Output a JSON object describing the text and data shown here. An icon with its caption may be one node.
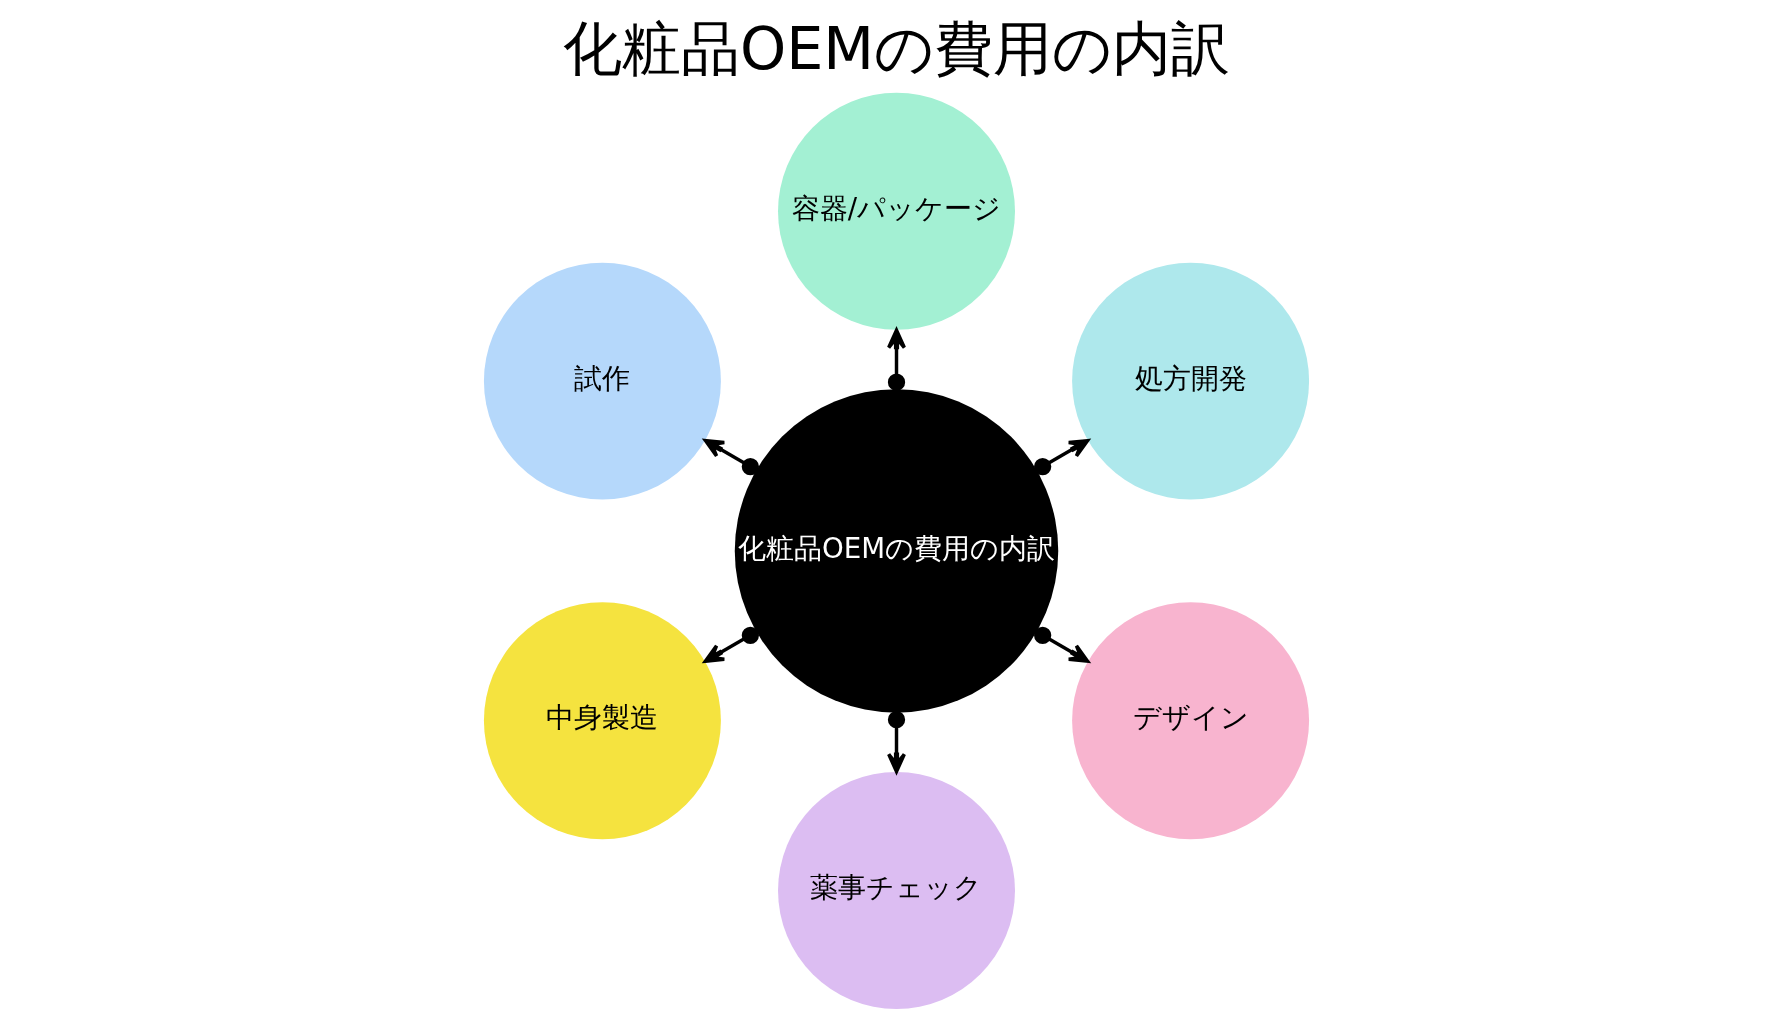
{
  "diagram": {
    "title": "化粧品OEMの費用の内訳",
    "nodes": [
      {
        "text": [
          "処方開発"
        ]
      },
      {
        "text": [
          "容器/パッケージ"
        ]
      },
      {
        "text": [
          "試作"
        ]
      },
      {
        "text": [
          "化粧品OEMの費用の内訳"
        ]
      },
      {
        "text": [
          "中身製造"
        ]
      },
      {
        "text": [
          "薬事チェック"
        ]
      },
      {
        "text": [
          "デザイン"
        ]
      }
    ],
    "edges": [
      {
        "from": 3,
        "to": 0,
        "arrow": "to"
      },
      {
        "from": 3,
        "to": 1,
        "arrow": "to"
      },
      {
        "from": 3,
        "to": 2,
        "arrow": "to"
      },
      {
        "from": 3,
        "to": 4,
        "arrow": "to"
      },
      {
        "from": 3,
        "to": 5,
        "arrow": "to"
      },
      {
        "from": 3,
        "to": 6,
        "arrow": "to"
      }
    ]
  }
}
